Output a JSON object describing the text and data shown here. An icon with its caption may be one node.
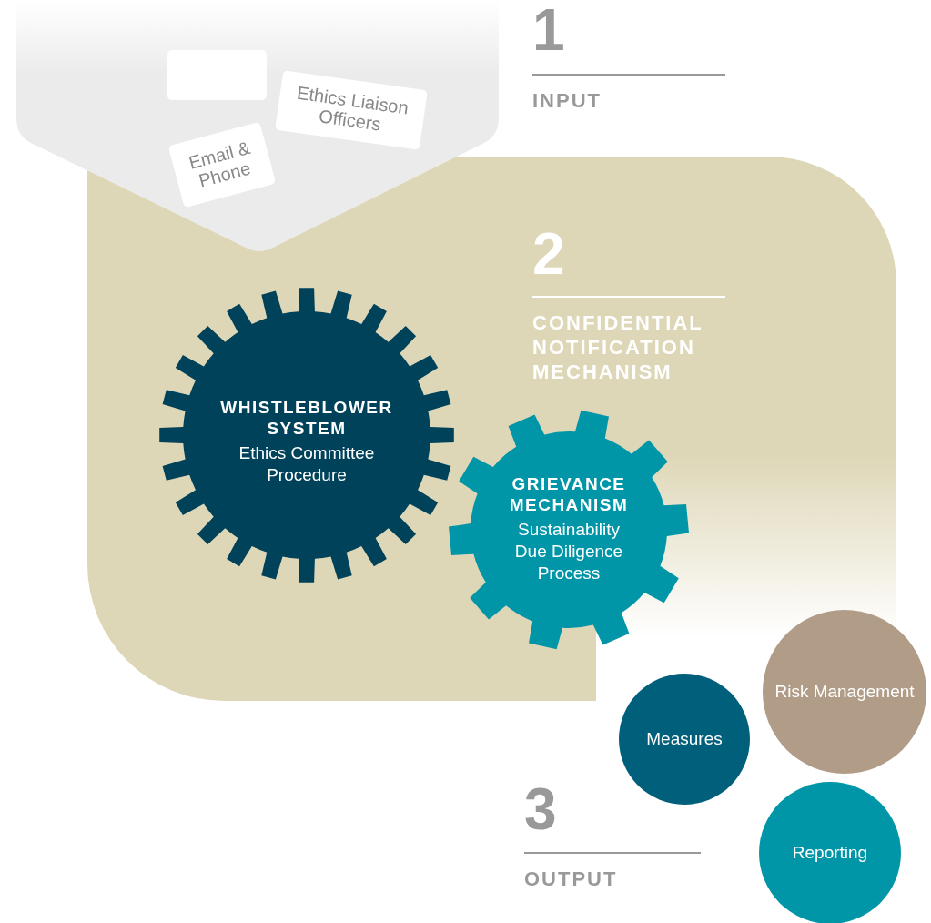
{
  "diagram": {
    "nodes": [
      {
        "text": [
          "1",
          "INPUT"
        ]
      },
      {
        "text": [],
        "shape": "box",
        "in": 0
      },
      {
        "text": [
          "Ethics Liaison Officers"
        ],
        "in": 0
      },
      {
        "text": [
          "Email & Phone"
        ],
        "in": 0
      },
      {
        "text": [
          "2",
          "CONFIDENTIAL NOTIFICATION MECHANISM"
        ]
      },
      {
        "text": [
          "WHISTLEBLOWER SYSTEM",
          "Ethics Committee Procedure"
        ],
        "in": 4
      },
      {
        "text": [
          "GRIEVANCE MECHANISM",
          "Sustainability Due Diligence Process"
        ]
      },
      {
        "text": [
          "Measures"
        ]
      },
      {
        "text": [
          "Risk Management"
        ]
      },
      {
        "text": [
          "Reporting"
        ]
      }
    ],
    "labels": [
      "3",
      "OUTPUT"
    ]
  }
}
